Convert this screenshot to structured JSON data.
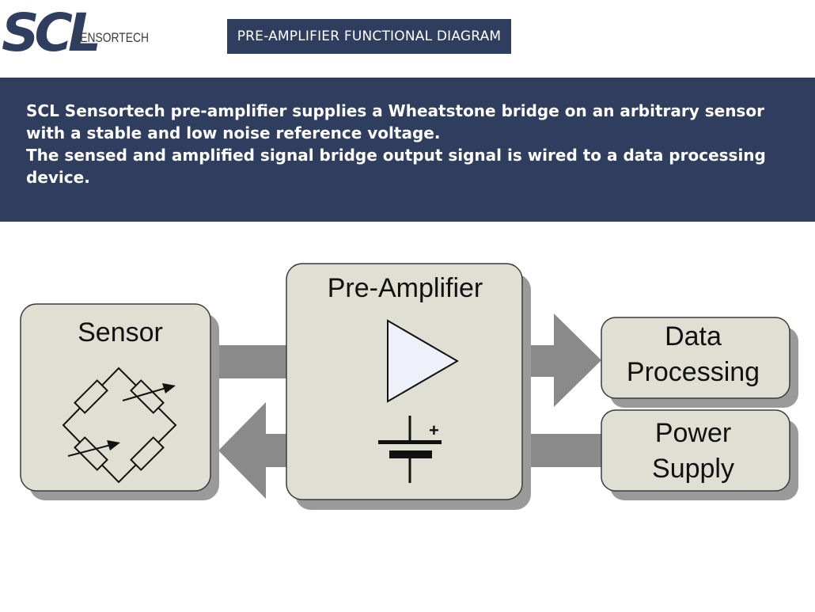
{
  "header": {
    "logo_letters": "SCL",
    "logo_wordmark": "SENSORTECH",
    "title": "PRE-AMPLIFIER FUNCTIONAL DIAGRAM"
  },
  "banner": {
    "paragraph1": "SCL Sensortech pre-amplifier supplies a Wheatstone bridge on an arbitrary sensor with a stable and low noise reference voltage.",
    "paragraph2": "The sensed and amplified signal bridge output signal is wired to a data processing device."
  },
  "diagram": {
    "sensor_label": "Sensor",
    "preamp_label": "Pre-Amplifier",
    "data_processing_label": [
      "Data",
      "Processing"
    ],
    "power_supply_label": [
      "Power",
      "Supply"
    ],
    "battery_plus": "+"
  },
  "colors": {
    "navy": "#2f3d5e",
    "box_fill": "#dfe0d3",
    "arrow_gray": "#8a8a8a",
    "shadow_gray": "#9a9a9a"
  }
}
